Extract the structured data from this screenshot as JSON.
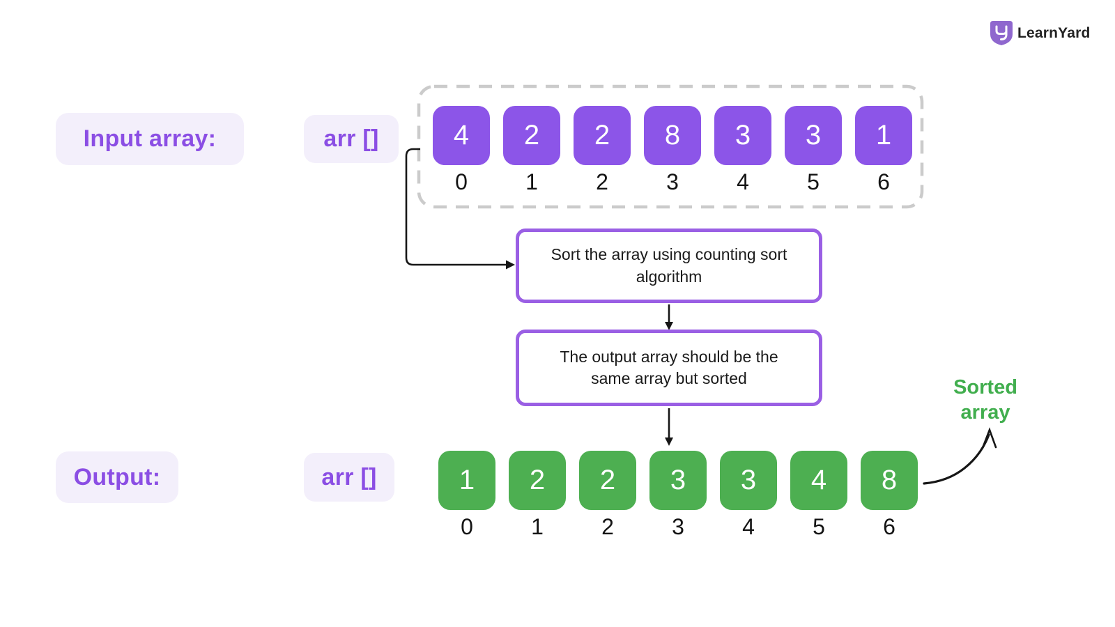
{
  "logo": {
    "name": "LearnYard",
    "icon": "learnyard-shield-icon",
    "icon_color": "#8F67CE"
  },
  "input": {
    "label": "Input array:",
    "array_label": "arr []",
    "values": [
      4,
      2,
      2,
      8,
      3,
      3,
      1
    ],
    "indices": [
      0,
      1,
      2,
      3,
      4,
      5,
      6
    ]
  },
  "steps": {
    "step1": "Sort the array using counting sort algorithm",
    "step2": "The output array should be the same array but sorted"
  },
  "output": {
    "label": "Output:",
    "array_label": "arr []",
    "values": [
      1,
      2,
      2,
      3,
      3,
      4,
      8
    ],
    "indices": [
      0,
      1,
      2,
      3,
      4,
      5,
      6
    ],
    "annotation": "Sorted array"
  },
  "colors": {
    "input_cell": "#8C55E8",
    "output_cell": "#4DAF51",
    "accent_purple": "#8B4EE4",
    "flow_border": "#9A5FE4",
    "pill_background": "#F3EFFB",
    "dashed_border": "#CBCBCB",
    "annotation_green": "#41AE4E",
    "arrow_black": "#161616"
  }
}
